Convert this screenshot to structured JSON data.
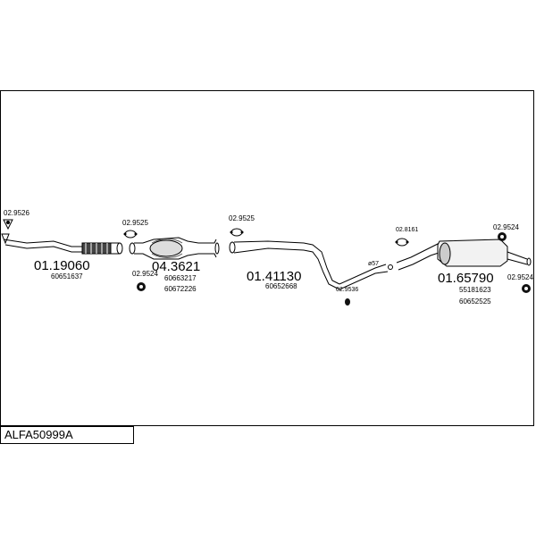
{
  "diagram": {
    "parts": [
      {
        "code": "01.19060",
        "ref1": "60651637",
        "ref2": ""
      },
      {
        "code": "04.3621",
        "ref1": "60663217",
        "ref2": "60672226"
      },
      {
        "code": "01.41130",
        "ref1": "60652668",
        "ref2": ""
      },
      {
        "code": "01.65790",
        "ref1": "55181623",
        "ref2": "60652525"
      }
    ],
    "fittings": [
      {
        "label": "02.9526"
      },
      {
        "label": "02.9525"
      },
      {
        "label": "02.9524"
      },
      {
        "label": "02.9525"
      },
      {
        "label": "02.9536"
      },
      {
        "label": "02.8161"
      },
      {
        "label": "02.9524"
      },
      {
        "label": "02.9524"
      }
    ],
    "misc_label": "ø57"
  },
  "footer": {
    "code": "ALFA50999A"
  },
  "colors": {
    "line": "#000000",
    "background": "#ffffff",
    "fill_dark": "#111111"
  }
}
